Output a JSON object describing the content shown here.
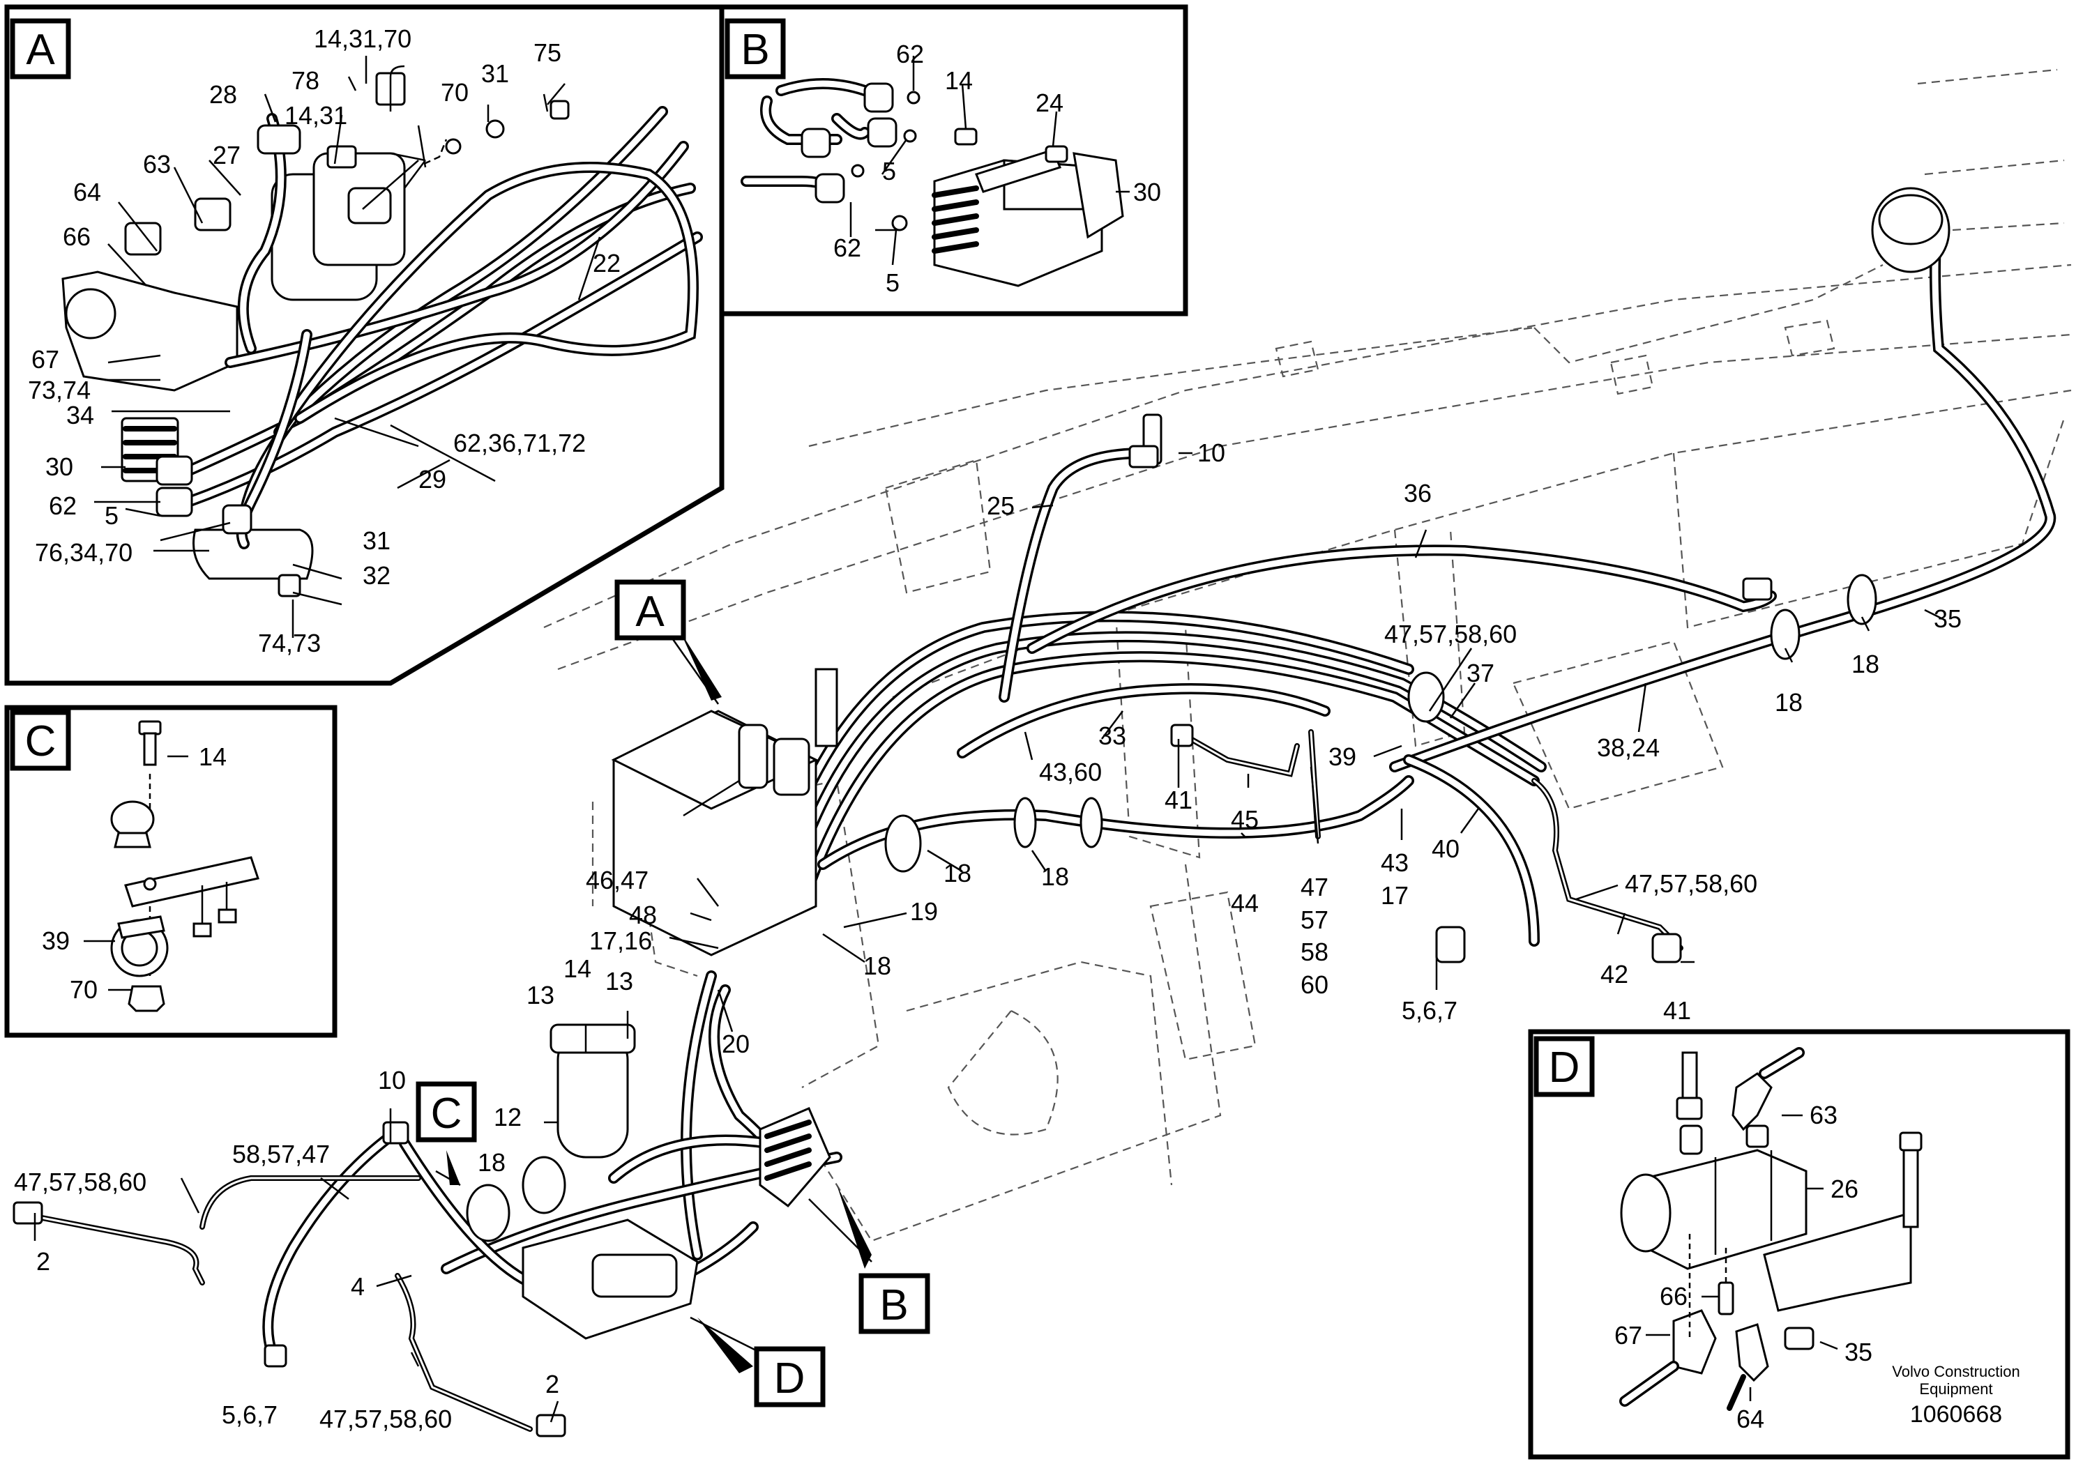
{
  "callouts": {
    "A": "A",
    "B": "B",
    "C": "C",
    "D": "D"
  },
  "detail_a": {
    "labels": [
      "14,31,70",
      "78",
      "14,31",
      "28",
      "27",
      "63",
      "64",
      "66",
      "67",
      "73,74",
      "34",
      "30",
      "62",
      "5",
      "76,34,70",
      "31",
      "32",
      "74,73",
      "70",
      "31",
      "75",
      "22",
      "62,36,71,72",
      "29"
    ]
  },
  "detail_b": {
    "labels": [
      "62",
      "14",
      "24",
      "5",
      "30",
      "62",
      "5"
    ]
  },
  "detail_c": {
    "labels": [
      "14",
      "39",
      "70"
    ]
  },
  "detail_d": {
    "labels": [
      "63",
      "26",
      "66",
      "67",
      "35",
      "64"
    ]
  },
  "main": {
    "labels": [
      "10",
      "25",
      "36",
      "35",
      "18",
      "18",
      "47,57,58,60",
      "37",
      "38,24",
      "39",
      "33",
      "43,60",
      "41",
      "45",
      "47",
      "57",
      "58",
      "60",
      "43",
      "17",
      "40",
      "47,57,58,60",
      "42",
      "41",
      "5,6,7",
      "44",
      "18",
      "18",
      "18",
      "19",
      "46,47",
      "48",
      "17,16",
      "20",
      "14",
      "13",
      "13",
      "12",
      "10",
      "18",
      "58,57,47",
      "47,57,58,60",
      "2",
      "4",
      "5,6,7",
      "47,57,58,60",
      "2"
    ]
  },
  "footer": {
    "brand_line1": "Volvo Construction",
    "brand_line2": "Equipment",
    "drawing_number": "1060668"
  }
}
